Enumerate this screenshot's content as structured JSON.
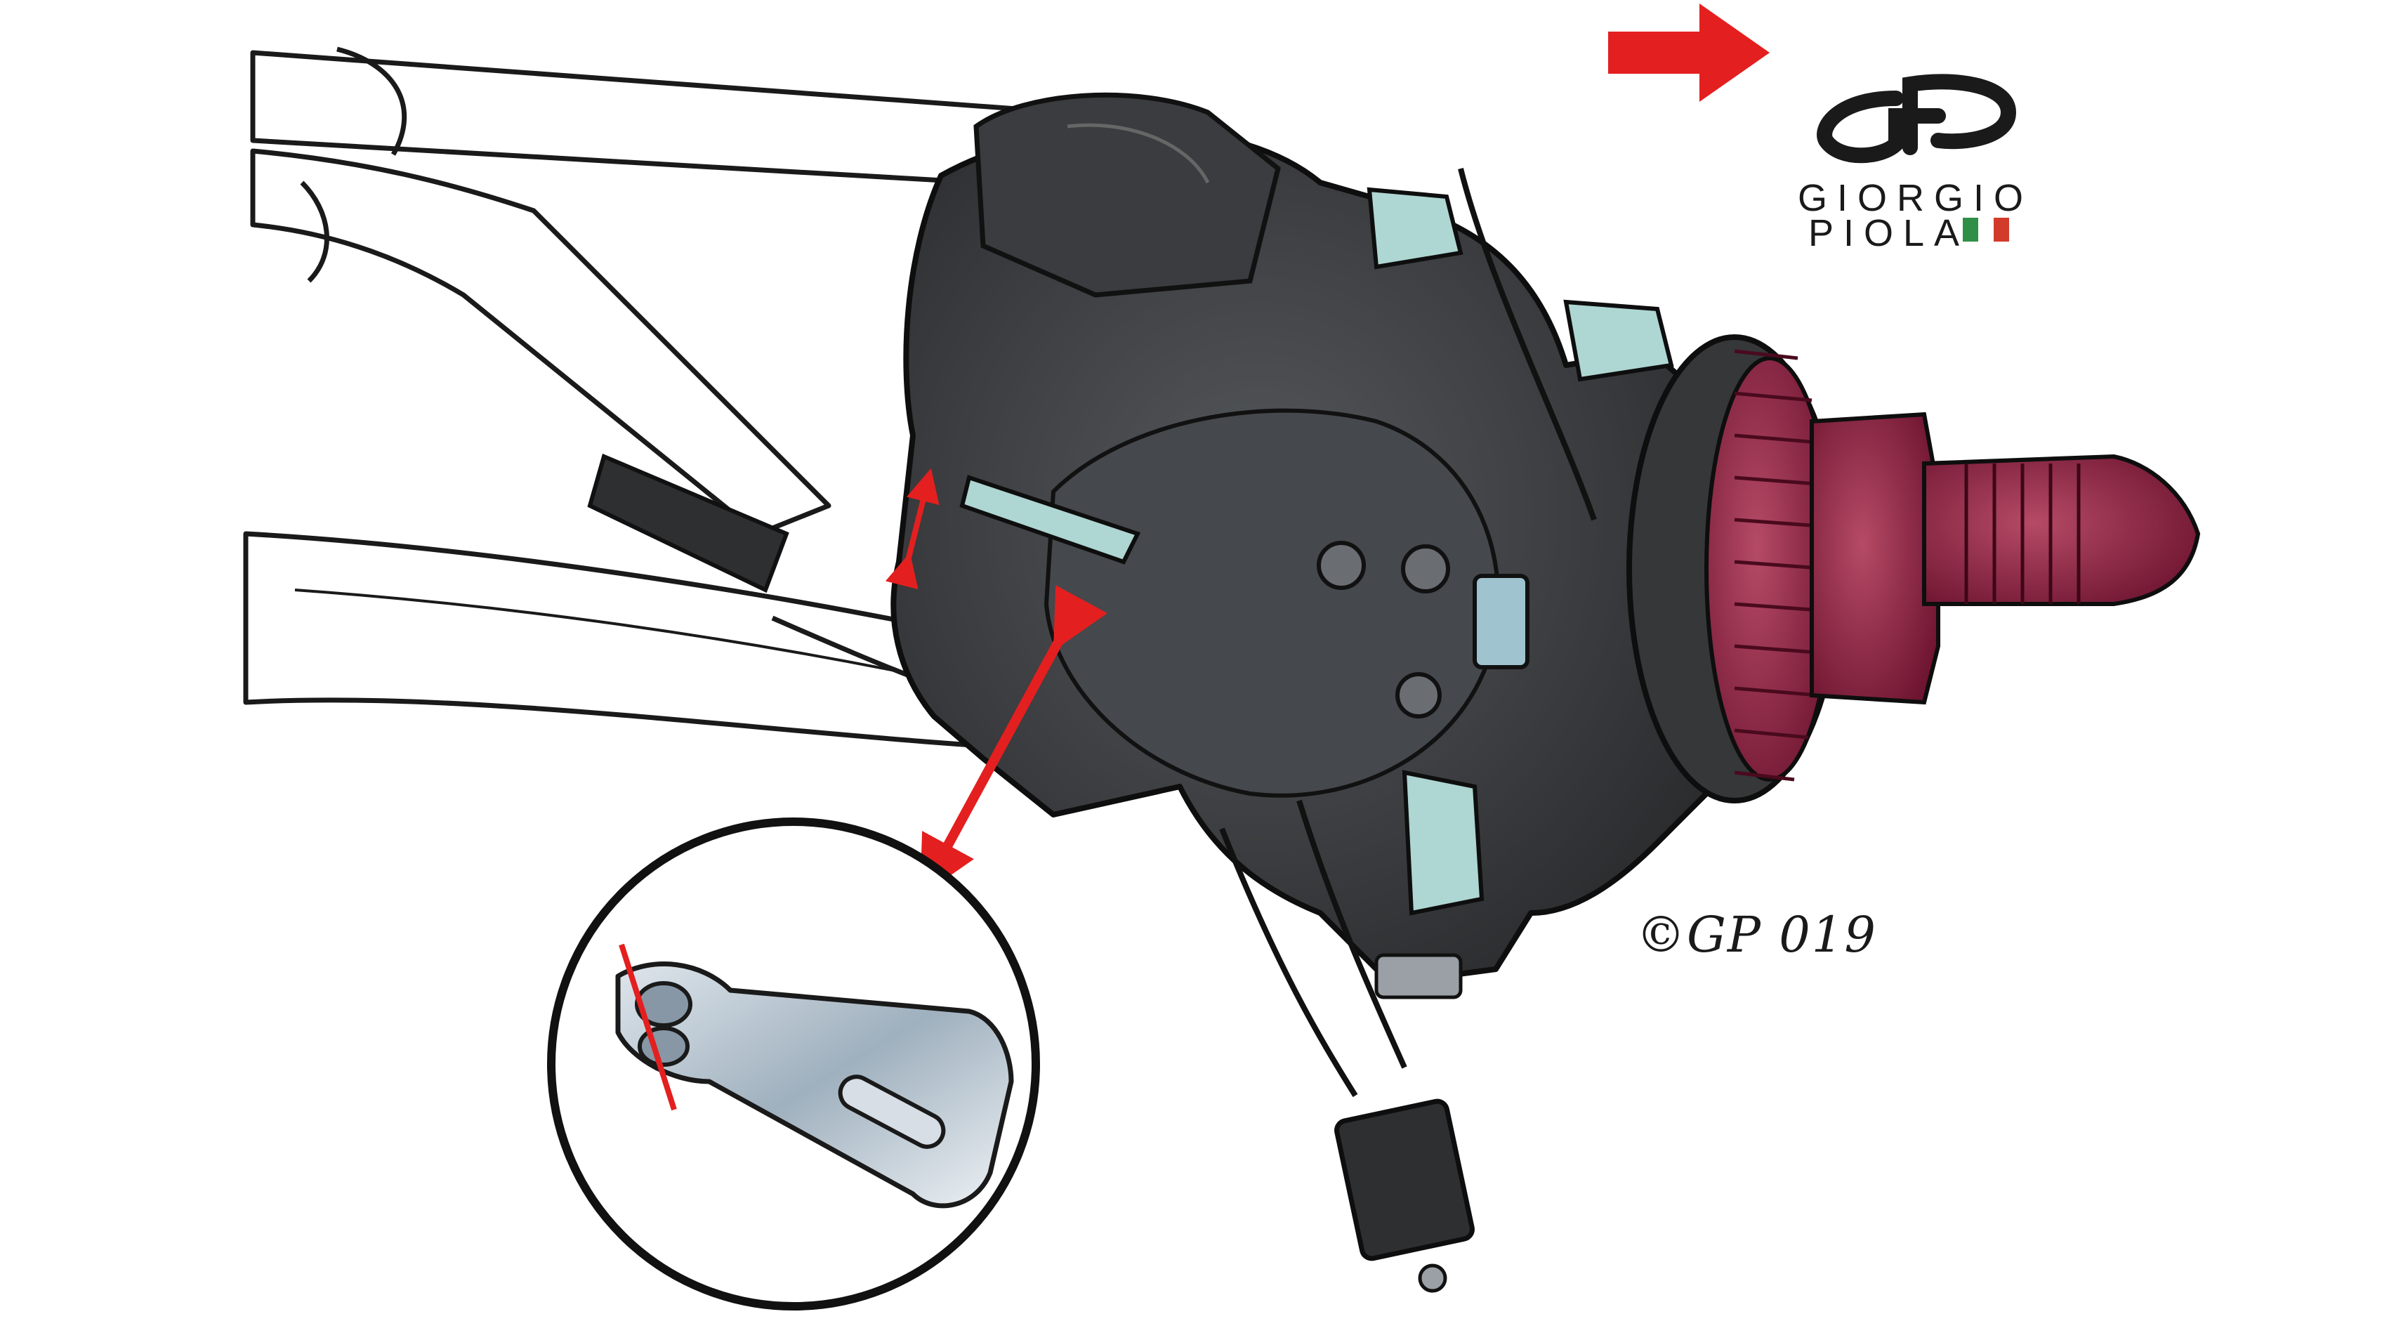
{
  "brand": {
    "line1": "GIORGIO",
    "line2": "PIOLA",
    "flag_colors": [
      "#2f8f46",
      "#ffffff",
      "#d23a2a"
    ]
  },
  "signature": "©GP 019",
  "colors": {
    "accent_arrow": "#e41f1f",
    "upright_dark": "#3b3d40",
    "hub_maroon": "#8c1f3c",
    "metal_teal": "#aed6d2"
  },
  "icons": [
    "direction-arrow-icon",
    "giorgio-piola-logo",
    "italian-flag-icon",
    "magnifier-inset"
  ]
}
